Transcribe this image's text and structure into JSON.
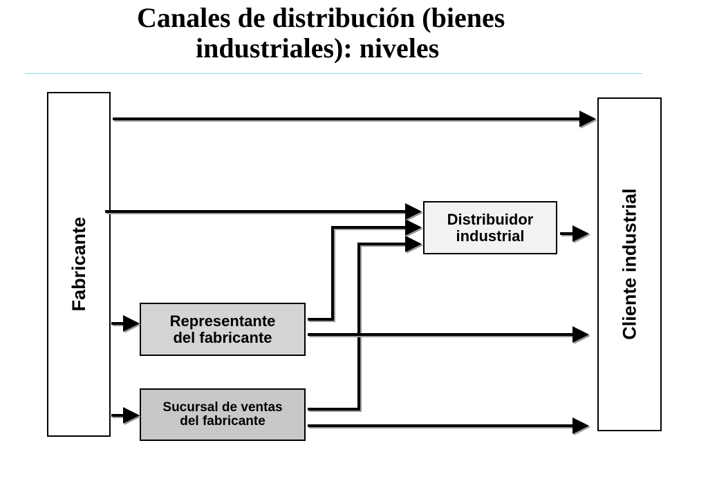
{
  "title": {
    "line1": "Canales de distribución  (bienes",
    "line2": "industriales): niveles"
  },
  "nodes": {
    "fabricante": "Fabricante",
    "cliente": "Cliente industrial",
    "distribuidor_line1": "Distribuidor",
    "distribuidor_line2": "industrial",
    "representante_line1": "Representante",
    "representante_line2": "del fabricante",
    "sucursal_line1": "Sucursal de ventas",
    "sucursal_line2": "del fabricante"
  },
  "colors": {
    "rule": "#7fe0f0",
    "arrow": "#000000",
    "arrow_shadow": "#9a9a9a",
    "distribuidor_fill": "#f2f2f2",
    "representante_fill": "#d4d4d4",
    "sucursal_fill": "#c8c8c8"
  }
}
